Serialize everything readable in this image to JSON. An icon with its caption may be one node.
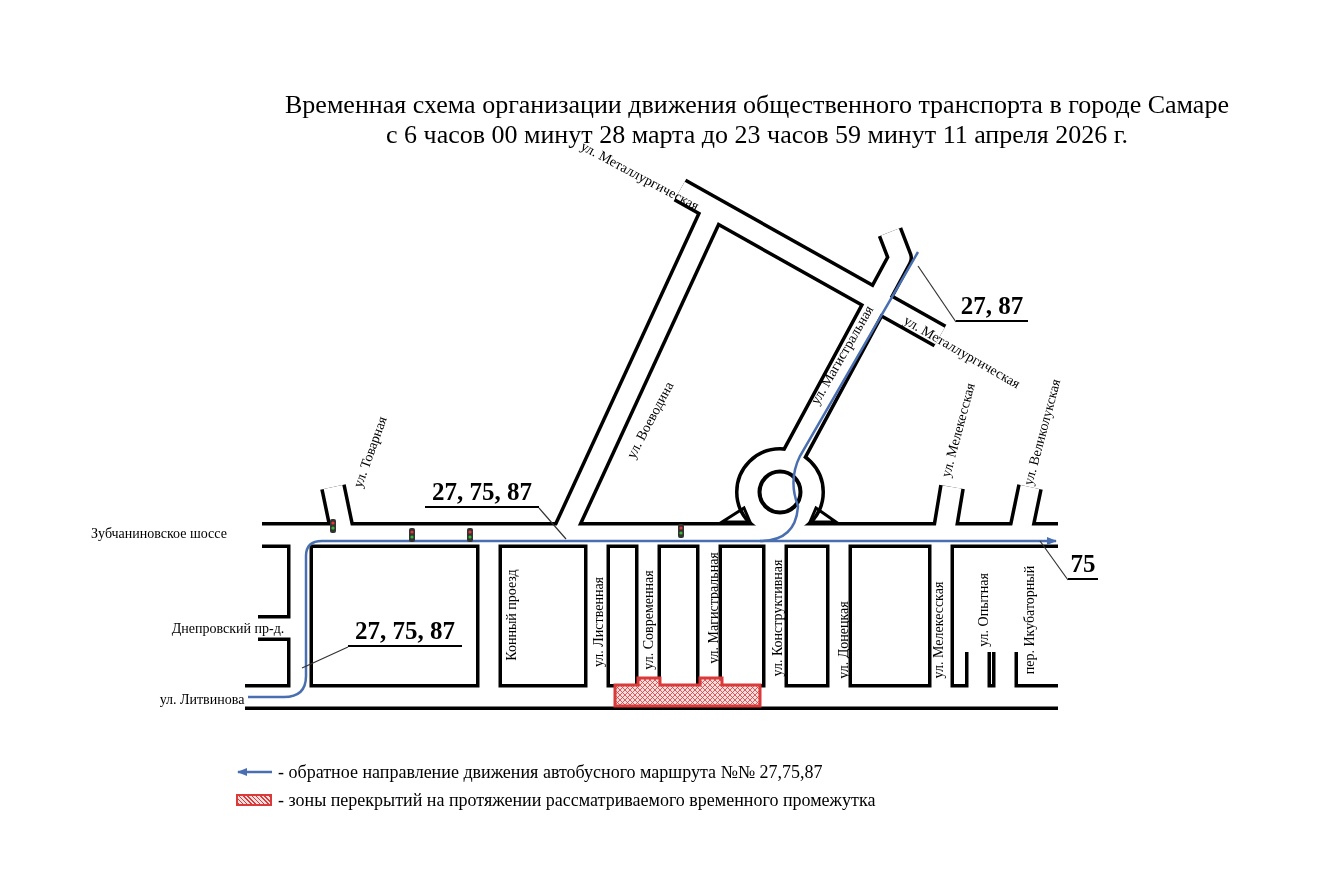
{
  "diagram": {
    "title": "Временная схема организации движения общественного транспорта в городе Самаре с 6 часов 00 минут 28 марта до 23 часов 59 минут 11 апреля 2026 г.",
    "nodes": [
      {
        "text": [
          "27, 87"
        ]
      },
      {
        "text": [
          "27, 75, 87"
        ]
      },
      {
        "text": [
          "75"
        ]
      },
      {
        "text": [
          "27, 75, 87"
        ]
      }
    ],
    "edges": [
      {
        "from": 0,
        "to": null,
        "arrow": "none"
      },
      {
        "from": 1,
        "to": null,
        "arrow": "none"
      },
      {
        "from": 2,
        "to": null,
        "arrow": "none"
      },
      {
        "from": 3,
        "to": null,
        "arrow": "none"
      }
    ],
    "labels": [
      "ул. Металлургическая",
      "ул. Магистральная",
      "ул. Металлургическая",
      "ул. Воеводина",
      "ул. Мелекесская",
      "ул. Великолукская",
      "ул. Товарная",
      "Зубчаниновское шоссе",
      "Днепровский пр-д.",
      "ул. Литвинова",
      "Конный проезд",
      "ул. Лиственная",
      "ул. Современная",
      "ул. Магистральная",
      "ул. Конструктивная",
      "ул. Донецкая",
      "ул. Мелекесская",
      "ул. Опытная",
      "пер. Икубаторный"
    ],
    "legend": [
      {
        "text": "- обратное направление движения автобусного маршрута №№ 27,75,87"
      },
      {
        "text": "- зоны перекрытий на протяжении рассматриваемого временного промежутка",
        "color": "#d93a3a"
      }
    ]
  }
}
